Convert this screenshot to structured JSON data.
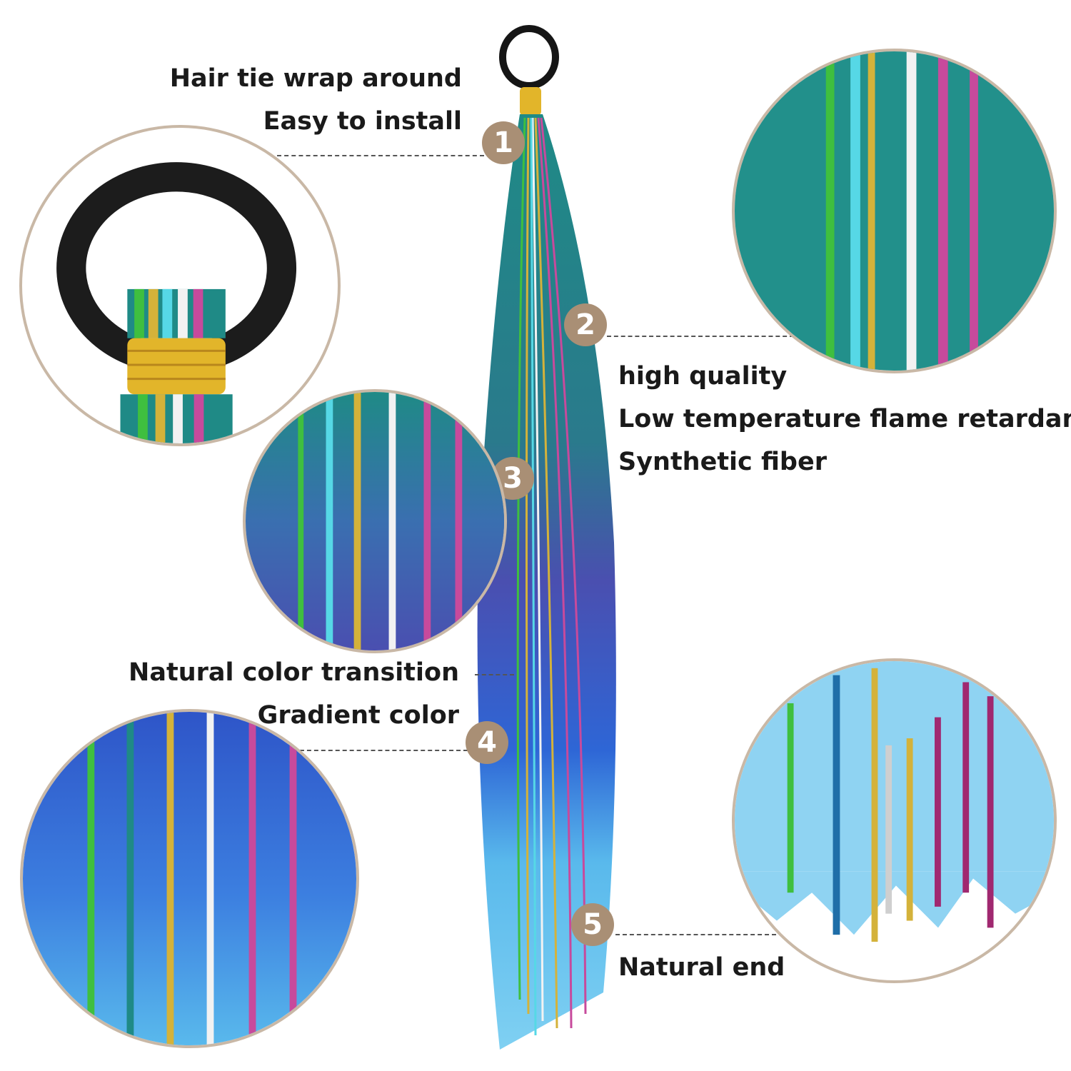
{
  "callouts": {
    "c1": {
      "number": "1",
      "line1": "Hair tie wrap around",
      "line2": "Easy to install"
    },
    "c2": {
      "number": "2",
      "line1": "high quality",
      "line2": "Low temperature flame retardant",
      "line3": "Synthetic fiber"
    },
    "c3": {
      "number": "3"
    },
    "c4": {
      "number": "4",
      "line1": "Natural color transition",
      "line2": "Gradient color"
    },
    "c5": {
      "number": "5",
      "line1": "Natural end"
    }
  },
  "colors": {
    "badge": "#a98f75",
    "circle_border": "#c9b8a6",
    "hair_top": "#1f8a86",
    "hair_mid": "#4a4fb0",
    "hair_low": "#2e66d6",
    "hair_end": "#59b9ec",
    "tinsel": [
      "#3fbf3f",
      "#56d8e6",
      "#d4b23a",
      "#f2f2f2",
      "#c74a9c"
    ],
    "gold_wrap": "#e2b52a"
  }
}
